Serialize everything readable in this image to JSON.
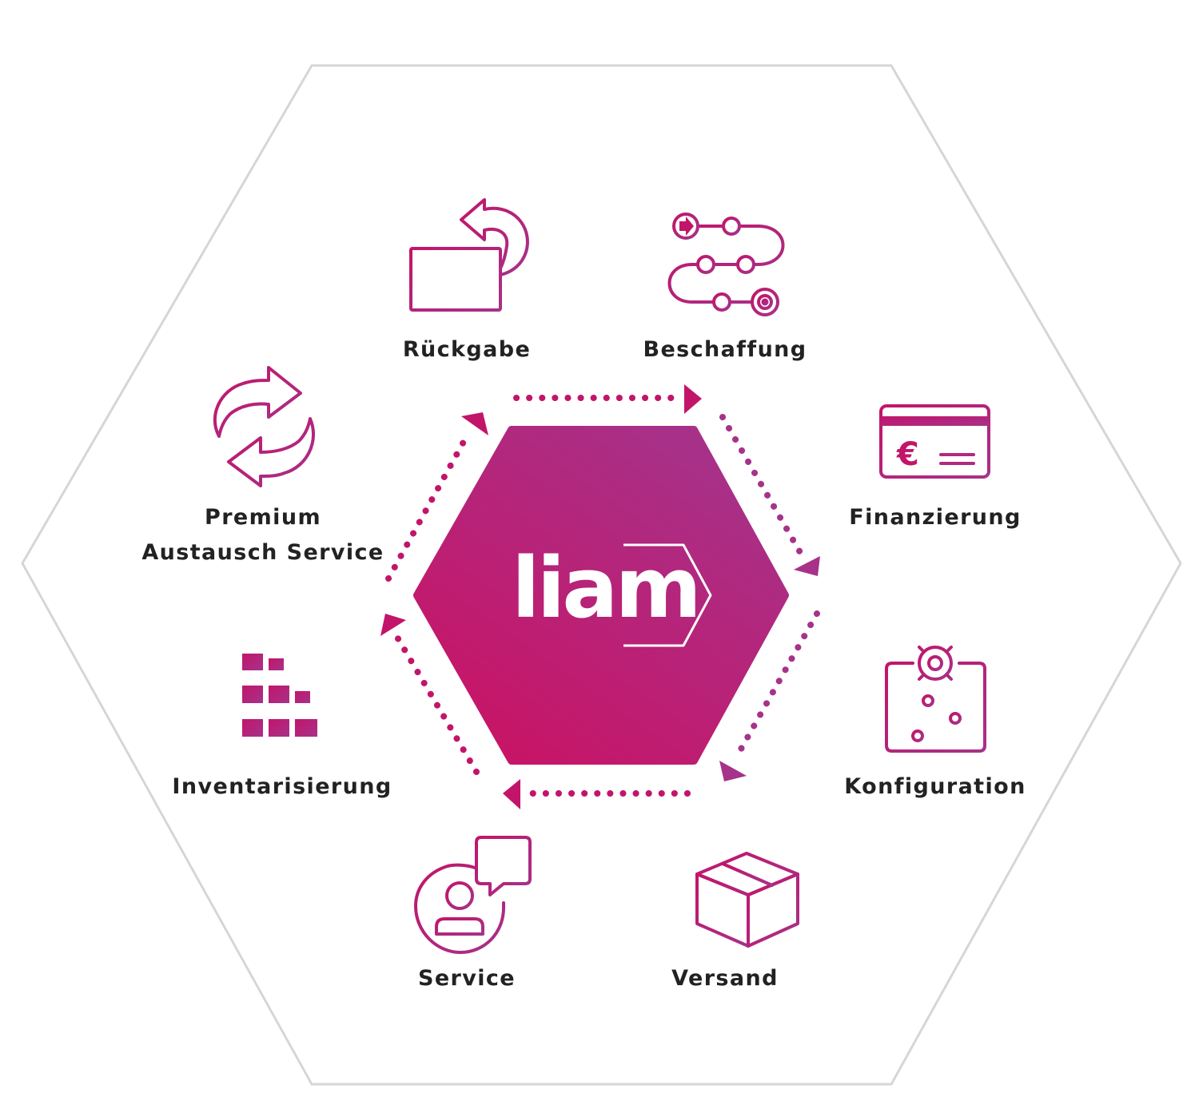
{
  "center": {
    "logo_text": "liam"
  },
  "colors": {
    "magenta": "#C2156A",
    "purple": "#A6328A",
    "outline": "#D6D6D6",
    "text": "#222222"
  },
  "nodes": [
    {
      "id": "rueckgabe",
      "icon": "return-box-icon",
      "label_lines": [
        "Rückgabe"
      ]
    },
    {
      "id": "beschaffung",
      "icon": "process-path-icon",
      "label_lines": [
        "Beschaffung"
      ]
    },
    {
      "id": "finanzierung",
      "icon": "euro-card-icon",
      "label_lines": [
        "Finanzierung"
      ]
    },
    {
      "id": "konfiguration",
      "icon": "gear-sliders-icon",
      "label_lines": [
        "Konfiguration"
      ]
    },
    {
      "id": "versand",
      "icon": "shipping-box-icon",
      "label_lines": [
        "Versand"
      ]
    },
    {
      "id": "service",
      "icon": "user-chat-icon",
      "label_lines": [
        "Service"
      ]
    },
    {
      "id": "inventarisierung",
      "icon": "shelf-icon",
      "label_lines": [
        "Inventarisierung"
      ]
    },
    {
      "id": "premium",
      "icon": "swap-arrows-icon",
      "label_lines": [
        "Premium",
        "Austausch Service"
      ]
    }
  ]
}
